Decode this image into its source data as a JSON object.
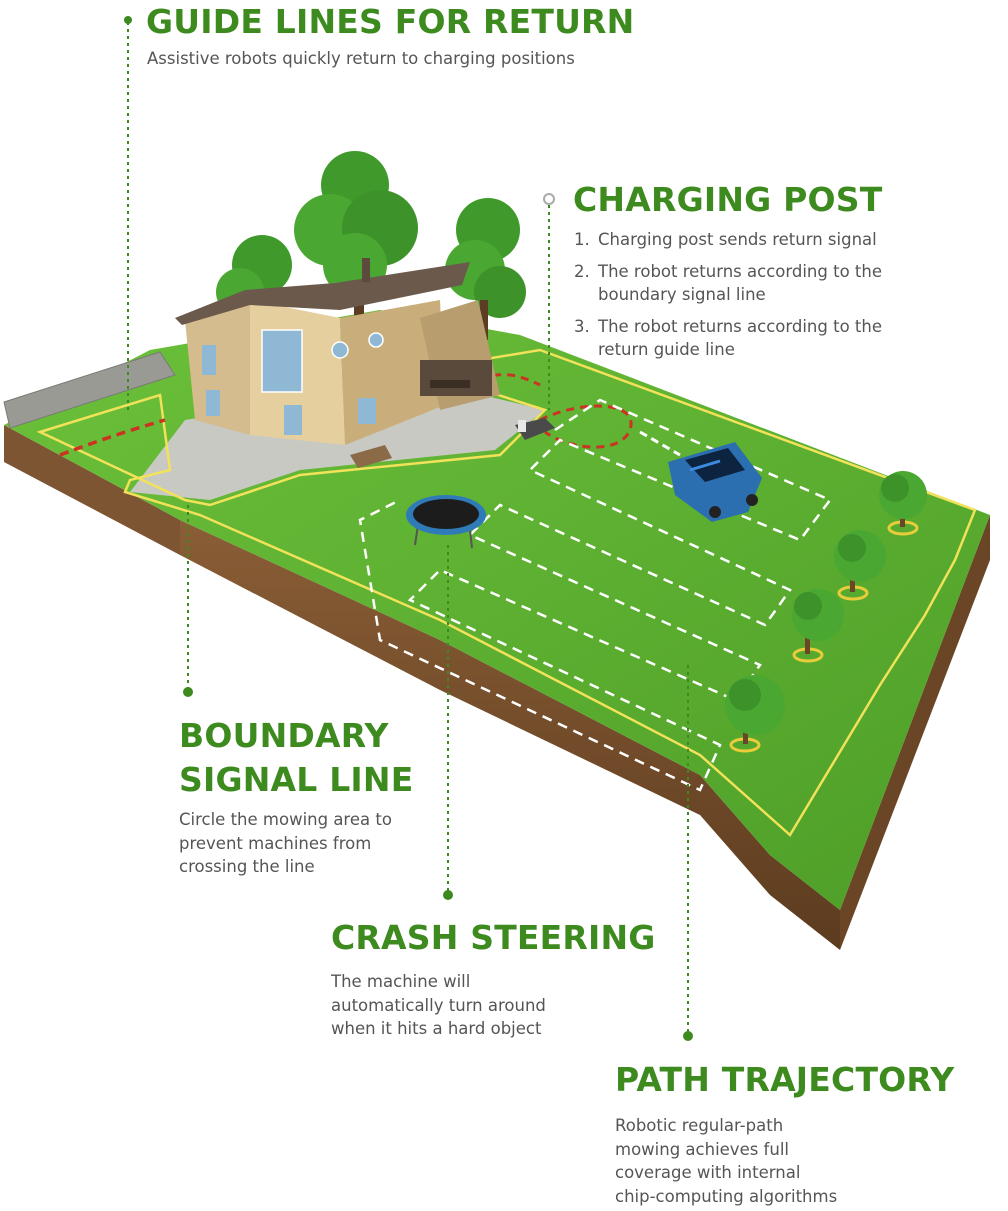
{
  "colors": {
    "heading": "#3d8a1f",
    "body_text": "#555555",
    "leader": "#3d8a1f",
    "grass": "#5fb332",
    "soil": "#7a5230",
    "boundary_wire": "#f2e25a",
    "guide_wire": "#cc3322",
    "path": "#ffffff"
  },
  "guide_lines": {
    "title": "GUIDE LINES FOR RETURN",
    "desc": "Assistive robots quickly return to charging positions"
  },
  "charging_post": {
    "title": "CHARGING POST",
    "steps": [
      {
        "num": "1.",
        "lines": [
          "Charging post sends return signal"
        ]
      },
      {
        "num": "2.",
        "lines": [
          "The robot returns according to the",
          "boundary signal line"
        ]
      },
      {
        "num": "3.",
        "lines": [
          "The robot returns according to the",
          "return guide line"
        ]
      }
    ]
  },
  "boundary": {
    "title_lines": [
      "BOUNDARY",
      "SIGNAL LINE"
    ],
    "desc_lines": [
      "Circle the mowing area to",
      "prevent machines from",
      "crossing the line"
    ]
  },
  "crash": {
    "title": "CRASH STEERING",
    "desc_lines": [
      "The machine will",
      "automatically turn around",
      "when it hits a hard object"
    ]
  },
  "path": {
    "title": "PATH TRAJECTORY",
    "desc_lines": [
      "Robotic regular-path",
      "mowing achieves full",
      "coverage with internal",
      "chip-computing algorithms"
    ]
  }
}
